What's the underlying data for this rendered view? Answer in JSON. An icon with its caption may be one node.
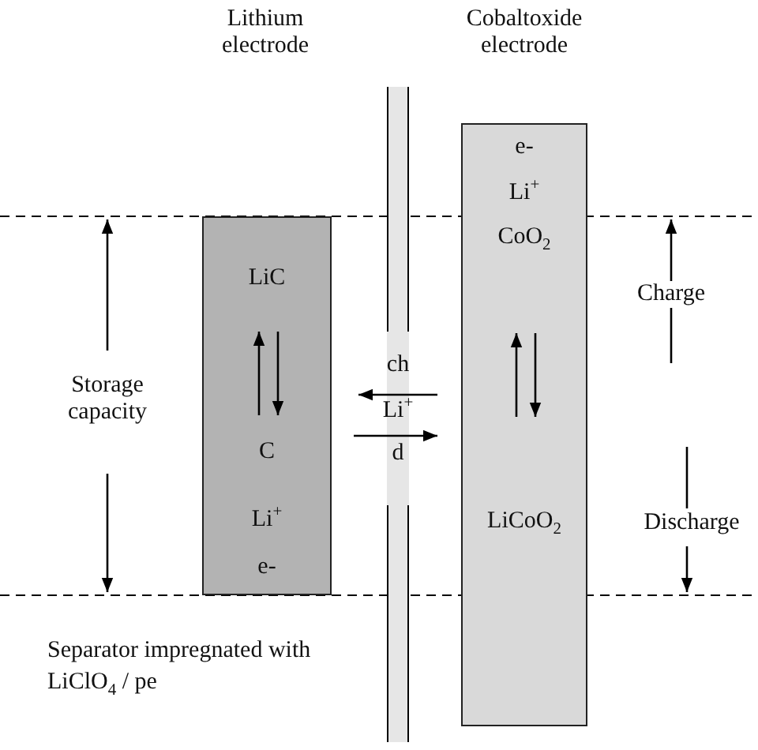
{
  "diagram": {
    "nodes": [
      {
        "text": [
          "LiC",
          "C",
          "Li$^{+}$",
          "e-"
        ]
      },
      {
        "text": [
          "e-",
          "Li$^{+}$",
          "CoO$_{2}$",
          "LiCoO$_{2}$"
        ]
      },
      {
        "text": [],
        "shape": "bar"
      }
    ],
    "edges": [],
    "labels": [
      "Lithium electrode",
      "Cobaltoxide electrode",
      "Storage capacity",
      "Charge",
      "ch",
      "Li$^{+}$",
      "d",
      "Discharge",
      "Separator impregnated with LiClO$_{4}$ / pe"
    ]
  }
}
